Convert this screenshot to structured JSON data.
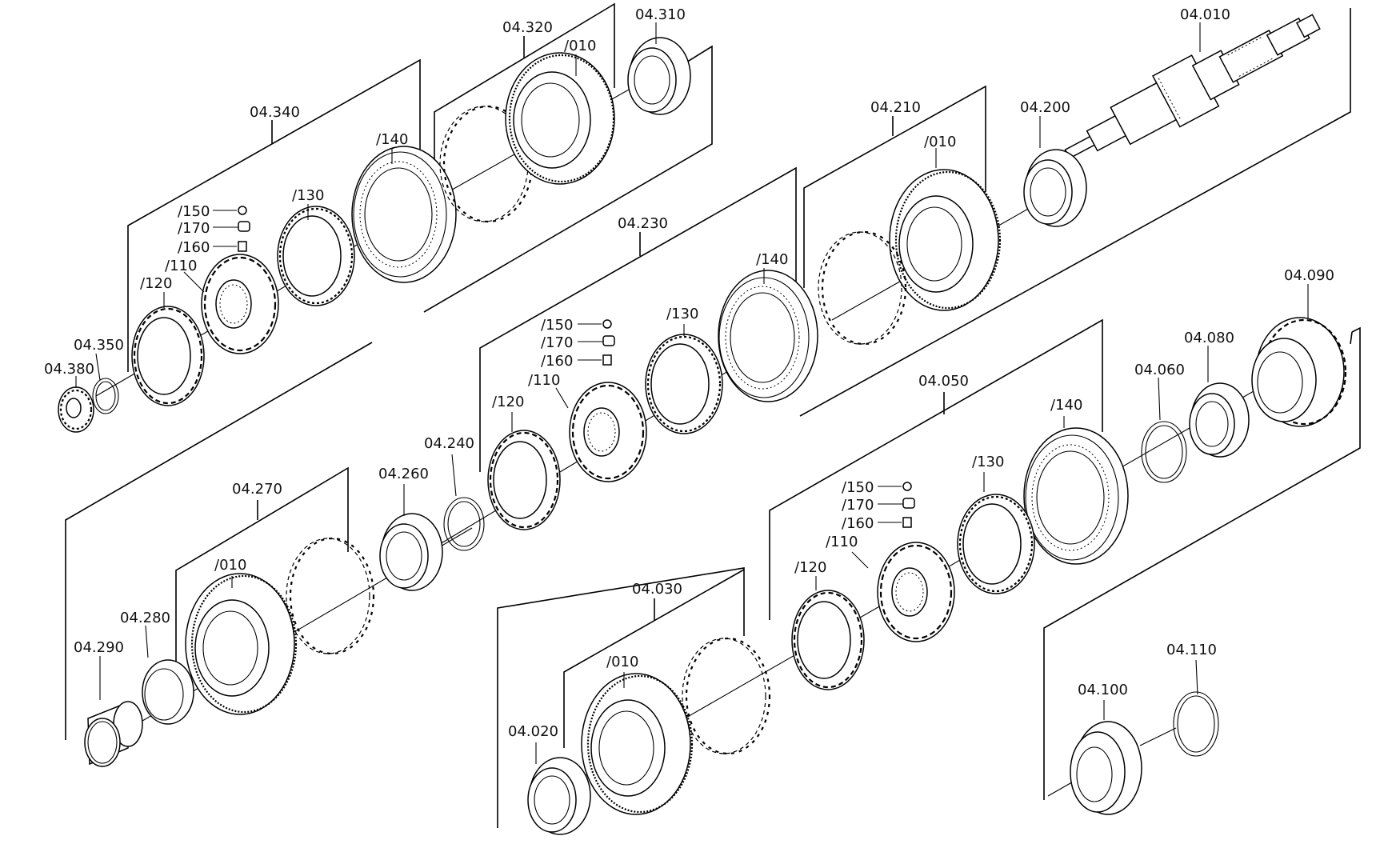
{
  "labels": {
    "l_04010": "04.010",
    "l_04310": "04.310",
    "l_04320": "04.320",
    "l_04340": "04.340",
    "l_04350": "04.350",
    "l_04380": "04.380",
    "l_04200": "04.200",
    "l_04210": "04.210",
    "l_04230": "04.230",
    "l_04240": "04.240",
    "l_04260": "04.260",
    "l_04270": "04.270",
    "l_04280": "04.280",
    "l_04290": "04.290",
    "l_04090": "04.090",
    "l_04080": "04.080",
    "l_04060": "04.060",
    "l_04050": "04.050",
    "l_04030": "04.030",
    "l_04020": "04.020",
    "l_04100": "04.100",
    "l_04110": "04.110",
    "s010": "/010",
    "s110": "/110",
    "s120": "/120",
    "s130": "/130",
    "s140": "/140",
    "s150": "/150",
    "s160": "/160",
    "s170": "/170"
  }
}
